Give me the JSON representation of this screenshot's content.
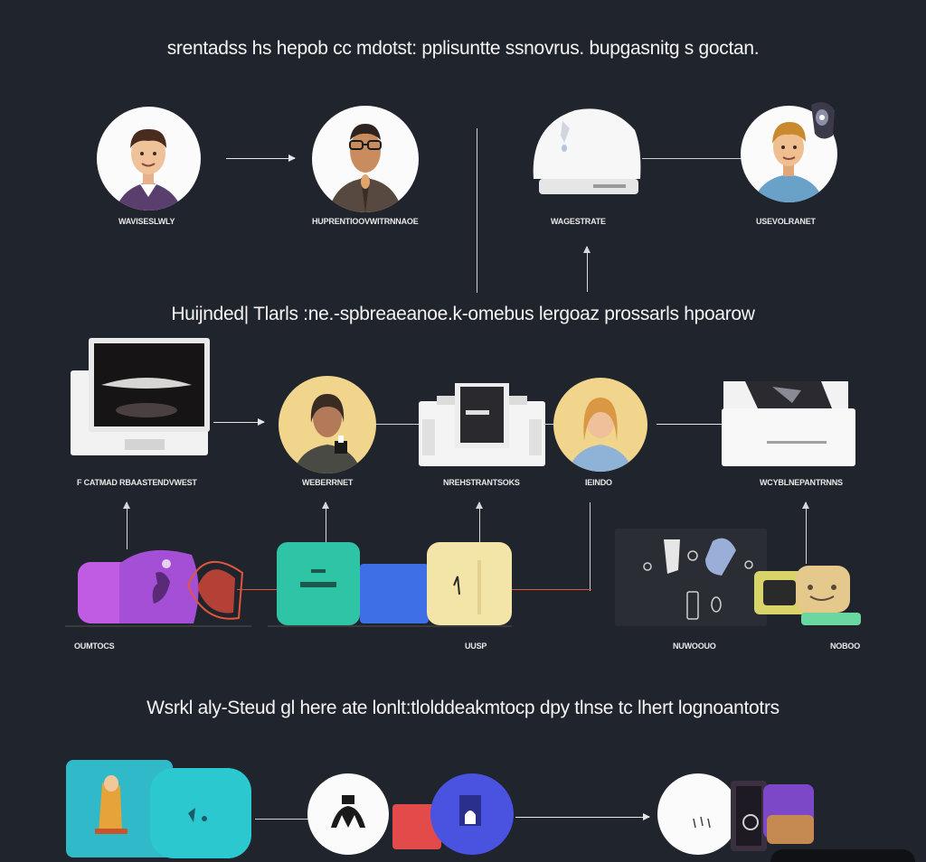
{
  "headings": {
    "top": "srentadss hs hepob cc mdotst: pplisuntte ssnovrus. bupgasnitg s goctan.",
    "middle": "Huijnded| Tlarls :ne.-spbreaeanoe.k-omebus lergoaz prossarls hpoarow",
    "bottom": "Wsrkl aly-Steud gl here ate lonlt:tlolddeakmtocp dpy tlnse tc lhert lognoantotrs"
  },
  "row1": {
    "captions": [
      "WAVISESLWLY",
      "HUPRENTIOOVWITRNNAOE",
      "WAGESTRATE",
      "USEVOLRANET"
    ]
  },
  "row2": {
    "captions": [
      "F CATMAD RBAASTENDVWEST",
      "WEBERRNET",
      "NREHSTRANTSOKS",
      "IEINDO",
      "WCYBLNEPANTRNNS"
    ]
  },
  "row3": {
    "captions": [
      "OUMTOCS",
      "UUSP",
      "NUWOOUO",
      "NOBOO"
    ]
  },
  "icons": {
    "row1": [
      "man-avatar-icon",
      "person-with-glasses-icon",
      "device-icon",
      "man-avatar-icon",
      "robot-icon"
    ],
    "row2": [
      "monitor-icon",
      "woman-avatar-icon",
      "printer-icon",
      "woman-avatar-icon",
      "laptop-icon"
    ],
    "row3": [
      "purple-box-icon",
      "teal-box-icon",
      "blue-box-icon",
      "cream-box-icon",
      "dark-panel-icon",
      "yellow-robot-icon"
    ],
    "row4": [
      "cyan-box-icon",
      "figure-icon",
      "blue-circle-icon",
      "white-circle-icon",
      "purple-device-icon"
    ]
  },
  "colors": {
    "background": "#20242c",
    "purple": "#c15de6",
    "teal": "#2fc4a6",
    "blue": "#3f6fe6",
    "cream": "#f3e4a8",
    "cyan": "#2fb9c9",
    "yellow": "#f1d58c"
  }
}
